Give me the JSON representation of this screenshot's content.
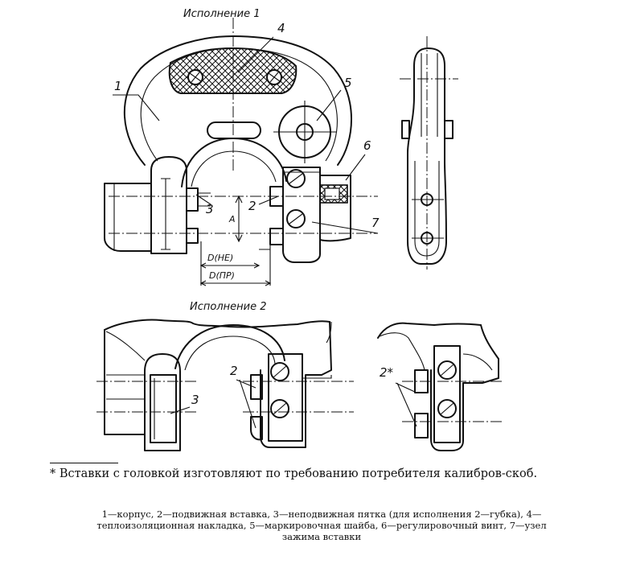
{
  "titles": {
    "variant1": "Исполнение 1",
    "variant2": "Исполнение 2"
  },
  "labels": {
    "l1": "1",
    "l2a": "2",
    "l3a": "3",
    "l4": "4",
    "l5": "5",
    "l6": "6",
    "l7": "7",
    "l2b": "2",
    "l3b": "3",
    "l2star": "2*",
    "dim_a": "A"
  },
  "dimensions": {
    "d_ne": "D(НЕ)",
    "d_pr": "D(ПР)"
  },
  "footnote": "* Вставки с головкой изготовляют по требованию потребителя калибров-скоб.",
  "caption": "1—корпус, 2—подвижная вставка, 3—неподвижная пятка (для исполнения 2—губка), 4—теплоизоляционная накладка, 5—маркировочная шайба, 6—регулировочный винт, 7—узел зажима вставки"
}
